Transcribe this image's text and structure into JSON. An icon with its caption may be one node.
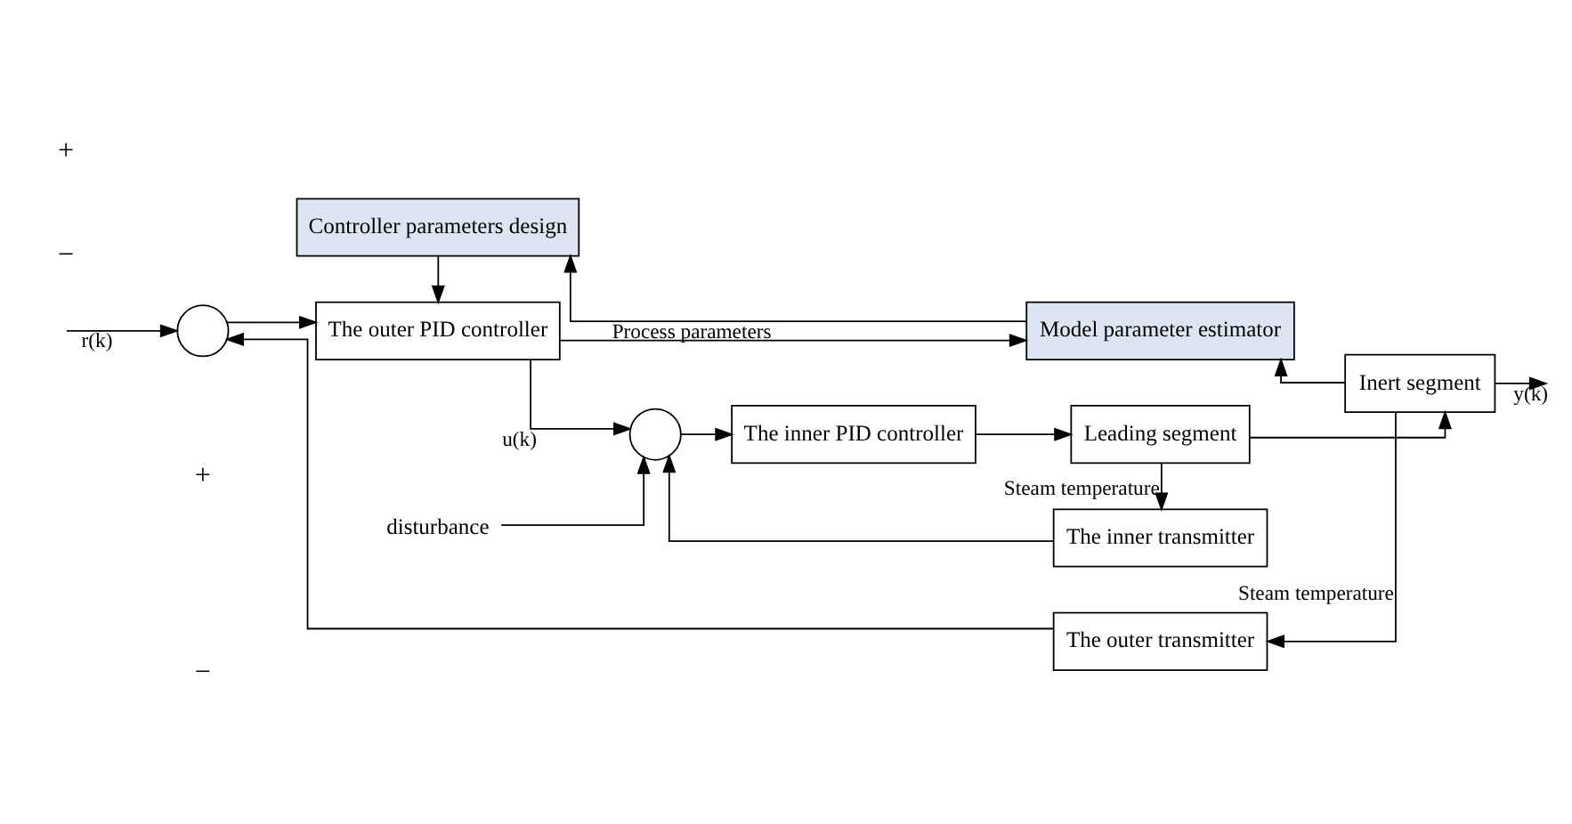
{
  "diagram": {
    "nodes": [
      {
        "text": [
          "Controller parameters design"
        ]
      },
      {
        "text": [
          "Model parameter estimator"
        ]
      },
      {
        "text": [],
        "shape": "circle"
      },
      {
        "text": [
          "The outer PID controller"
        ]
      },
      {
        "text": [],
        "shape": "circle"
      },
      {
        "text": [
          "The inner PID controller"
        ]
      },
      {
        "text": [
          "Leading segment"
        ]
      },
      {
        "text": [
          "Inert segment"
        ]
      },
      {
        "text": [
          "The inner transmitter"
        ]
      },
      {
        "text": [
          "The outer transmitter"
        ]
      },
      {
        "text": [
          "disturbance"
        ]
      }
    ],
    "edges": [
      {
        "from": null,
        "to": 2,
        "arrow": "to",
        "label": "r(k)"
      },
      {
        "from": 2,
        "to": 3,
        "arrow": "to"
      },
      {
        "from": 0,
        "to": 3,
        "arrow": "to"
      },
      {
        "from": 3,
        "to": 4,
        "arrow": "to",
        "label": "u(k)"
      },
      {
        "from": 3,
        "to": 1,
        "arrow": "to"
      },
      {
        "from": 10,
        "to": 4,
        "arrow": "to"
      },
      {
        "from": 4,
        "to": 5,
        "arrow": "to"
      },
      {
        "from": 5,
        "to": 6,
        "arrow": "to"
      },
      {
        "from": 6,
        "to": 7,
        "arrow": "to"
      },
      {
        "from": 6,
        "to": 8,
        "arrow": "to",
        "label": "Steam temperature"
      },
      {
        "from": 8,
        "to": 4,
        "arrow": "to"
      },
      {
        "from": 7,
        "to": null,
        "arrow": "to",
        "label": "y(k)"
      },
      {
        "from": 7,
        "to": 1,
        "arrow": "to"
      },
      {
        "from": 7,
        "to": 9,
        "arrow": "to",
        "label": "Steam temperature"
      },
      {
        "from": 9,
        "to": 2,
        "arrow": "to"
      },
      {
        "from": 1,
        "to": 0,
        "arrow": "to",
        "label": "Process parameters"
      }
    ],
    "labels": [
      "+",
      "−",
      "+",
      "−"
    ]
  }
}
